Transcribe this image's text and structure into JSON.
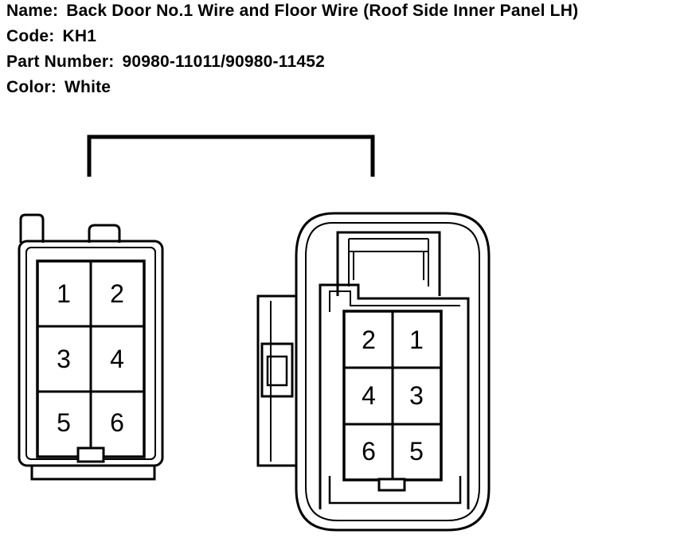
{
  "header": {
    "name_label": "Name:",
    "name_value": "Back Door No.1 Wire and Floor Wire (Roof Side Inner Panel LH)",
    "code_label": "Code:",
    "code_value": "KH1",
    "part_label": "Part Number:",
    "part_value": "90980-11011/90980-11452",
    "color_label": "Color:",
    "color_value": "White"
  },
  "left_connector": {
    "pins": [
      "1",
      "2",
      "3",
      "4",
      "5",
      "6"
    ]
  },
  "right_connector": {
    "pins": [
      "2",
      "1",
      "4",
      "3",
      "6",
      "5"
    ]
  }
}
